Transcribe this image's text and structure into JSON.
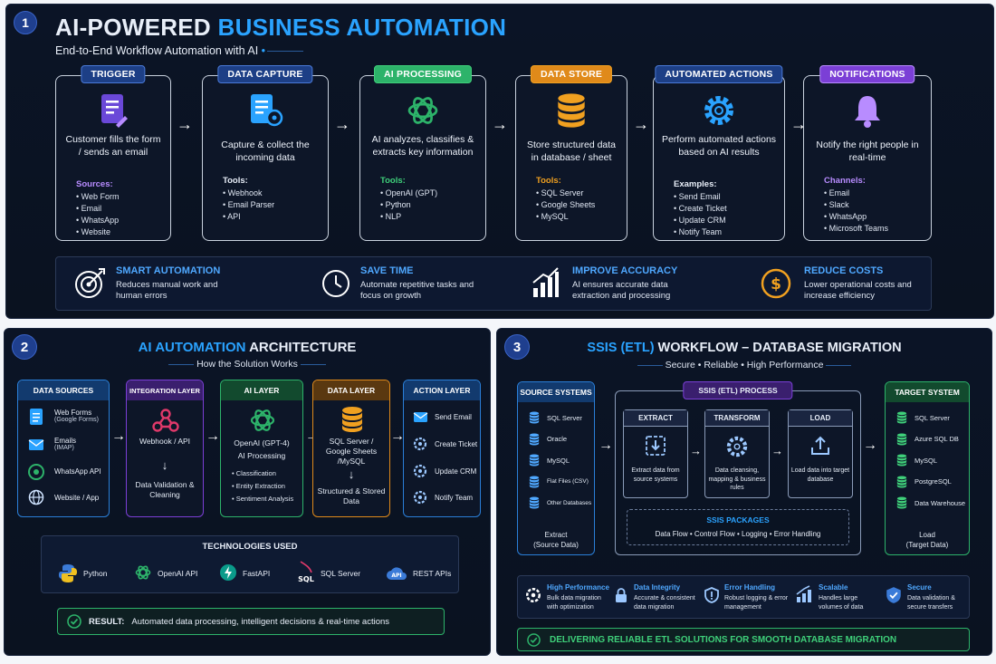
{
  "colors": {
    "blue": "#2aa3ff",
    "green": "#2db36a",
    "orange": "#e08a1a",
    "purple": "#7b3fd6",
    "navy": "#1d3f86",
    "teal": "#2ec4c4"
  },
  "p1": {
    "num": "1",
    "title_a": "AI-POWERED ",
    "title_b": "BUSINESS AUTOMATION",
    "subtitle": "End-to-End Workflow Automation with AI",
    "cards": [
      {
        "pill": "TRIGGER",
        "desc": "Customer fills the form / sends an email",
        "list_label": "Sources:",
        "items": [
          "Web Form",
          "Email",
          "WhatsApp",
          "Website"
        ]
      },
      {
        "pill": "DATA CAPTURE",
        "desc": "Capture & collect the incoming data",
        "list_label": "Tools:",
        "items": [
          "Webhook",
          "Email Parser",
          "API"
        ]
      },
      {
        "pill": "AI PROCESSING",
        "desc": "AI analyzes, classifies & extracts key information",
        "list_label": "Tools:",
        "items": [
          "OpenAI (GPT)",
          "Python",
          "NLP"
        ]
      },
      {
        "pill": "DATA STORE",
        "desc": "Store structured data in database / sheet",
        "list_label": "Tools:",
        "items": [
          "SQL Server",
          "Google Sheets",
          "MySQL"
        ]
      },
      {
        "pill": "AUTOMATED ACTIONS",
        "desc": "Perform automated actions based on AI results",
        "list_label": "Examples:",
        "items": [
          "Send Email",
          "Create Ticket",
          "Update CRM",
          "Notify Team"
        ]
      },
      {
        "pill": "NOTIFICATIONS",
        "desc": "Notify the right people in real-time",
        "list_label": "Channels:",
        "items": [
          "Email",
          "Slack",
          "WhatsApp",
          "Microsoft Teams"
        ]
      }
    ],
    "features": [
      {
        "title": "SMART AUTOMATION",
        "desc": "Reduces manual work and human errors"
      },
      {
        "title": "SAVE TIME",
        "desc": "Automate repetitive tasks and focus on growth"
      },
      {
        "title": "IMPROVE ACCURACY",
        "desc": "AI ensures accurate data extraction and processing"
      },
      {
        "title": "REDUCE COSTS",
        "desc": "Lower operational costs and increase efficiency"
      }
    ]
  },
  "p2": {
    "num": "2",
    "title_a": "AI AUTOMATION",
    "title_b": " ARCHITECTURE",
    "subtitle": "How the Solution Works",
    "ds_head": "DATA SOURCES",
    "ds": [
      {
        "t": "Web Forms",
        "s": "(Google Forms)"
      },
      {
        "t": "Emails",
        "s": "(IMAP)"
      },
      {
        "t": "WhatsApp API",
        "s": ""
      },
      {
        "t": "Website / App",
        "s": ""
      }
    ],
    "int_head": "INTEGRATION LAYER",
    "int_a": "Webhook / API",
    "int_b": "Data Validation & Cleaning",
    "ai_head": "AI LAYER",
    "ai_a": "OpenAI (GPT-4)",
    "ai_b": "AI Processing",
    "ai_items": [
      "Classification",
      "Entity Extraction",
      "Sentiment Analysis"
    ],
    "dl_head": "DATA LAYER",
    "dl_a": "SQL Server / Google Sheets /MySQL",
    "dl_b": "Structured & Stored Data",
    "al_head": "ACTION LAYER",
    "al": [
      "Send Email",
      "Create Ticket",
      "Update CRM",
      "Notify Team"
    ],
    "tech_head": "TECHNOLOGIES USED",
    "tech": [
      "Python",
      "OpenAI API",
      "FastAPI",
      "SQL Server",
      "REST APIs"
    ],
    "result_label": "RESULT:",
    "result_text": "Automated data processing, intelligent decisions & real-time actions"
  },
  "p3": {
    "num": "3",
    "title_a": "SSIS (ETL)",
    "title_b": " WORKFLOW – DATABASE MIGRATION",
    "subtitle": "Secure • Reliable • High Performance",
    "src_head": "SOURCE SYSTEMS",
    "src": [
      "SQL Server",
      "Oracle",
      "MySQL",
      "Flat Files (CSV)",
      "Other Databases"
    ],
    "src_foot_a": "Extract",
    "src_foot_b": "(Source Data)",
    "proc_head": "SSIS (ETL) PROCESS",
    "steps": [
      {
        "head": "EXTRACT",
        "desc": "Extract data from source systems"
      },
      {
        "head": "TRANSFORM",
        "desc": "Data cleansing, mapping & business rules"
      },
      {
        "head": "LOAD",
        "desc": "Load data into target database"
      }
    ],
    "pkg_head": "SSIS PACKAGES",
    "pkg_text": "Data Flow • Control Flow • Logging • Error Handling",
    "tgt_head": "TARGET SYSTEM",
    "tgt": [
      "SQL Server",
      "Azure SQL DB",
      "MySQL",
      "PostgreSQL",
      "Data Warehouse"
    ],
    "tgt_foot_a": "Load",
    "tgt_foot_b": "(Target Data)",
    "feat": [
      {
        "t": "High Performance",
        "d": "Bulk data migration with optimization"
      },
      {
        "t": "Data Integrity",
        "d": "Accurate & consistent data migration"
      },
      {
        "t": "Error Handling",
        "d": "Robust logging & error management"
      },
      {
        "t": "Scalable",
        "d": "Handles large volumes of data"
      },
      {
        "t": "Secure",
        "d": "Data validation & secure transfers"
      }
    ],
    "banner": "DELIVERING RELIABLE ETL SOLUTIONS FOR SMOOTH DATABASE MIGRATION"
  }
}
